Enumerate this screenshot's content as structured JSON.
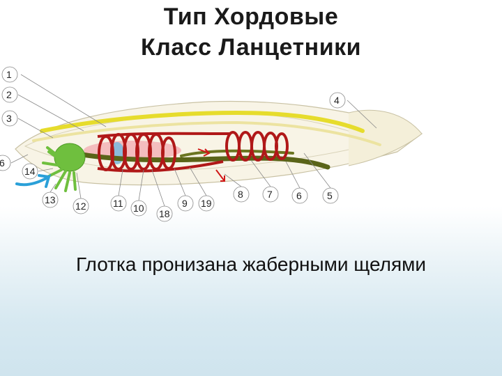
{
  "title": {
    "line1": "Тип Хордовые",
    "line2": "Класс Ланцетники"
  },
  "caption": "Глотка пронизана жаберными щелями",
  "diagram": {
    "callouts": [
      "1",
      "2",
      "3",
      "4",
      "5",
      "6",
      "6",
      "7",
      "8",
      "9",
      "10",
      "11",
      "12",
      "13",
      "14",
      "18",
      "19"
    ],
    "colors": {
      "body": "#f8f4e6",
      "notochord": "#e6dc2c",
      "gills": "#b01818",
      "gut": "#5a6418",
      "pharynx_head": "#6fbf3e",
      "water_arrow": "#2aa0d8",
      "pink_organ": "#f3b3b6"
    }
  }
}
